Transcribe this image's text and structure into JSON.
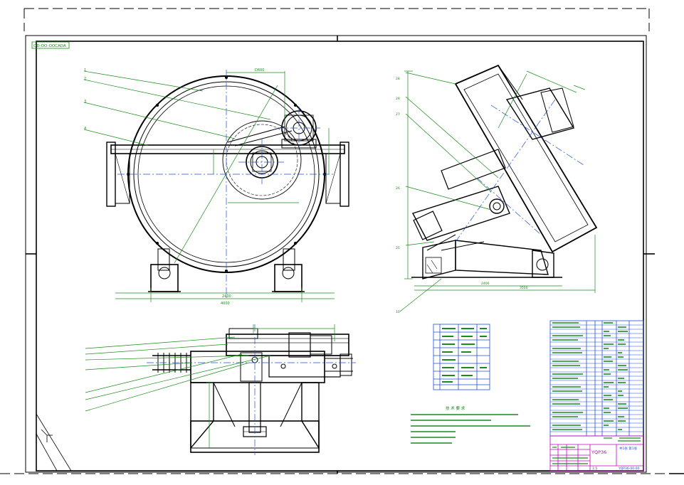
{
  "corner_tag": "OD-OO-OOCADA",
  "drawing_no": "YQP36-00-00",
  "product_name": "YQP36",
  "scale": "1:5",
  "sheet_info": "共1张 第1张",
  "tech_req_title": "技 术 要 求",
  "colors": {
    "frame": "#000000",
    "object": "#000000",
    "dimension": "#1a8a1a",
    "centerline": "#1e4fd8",
    "titleblock": "#c000c0",
    "table": "#1e4fd8"
  }
}
